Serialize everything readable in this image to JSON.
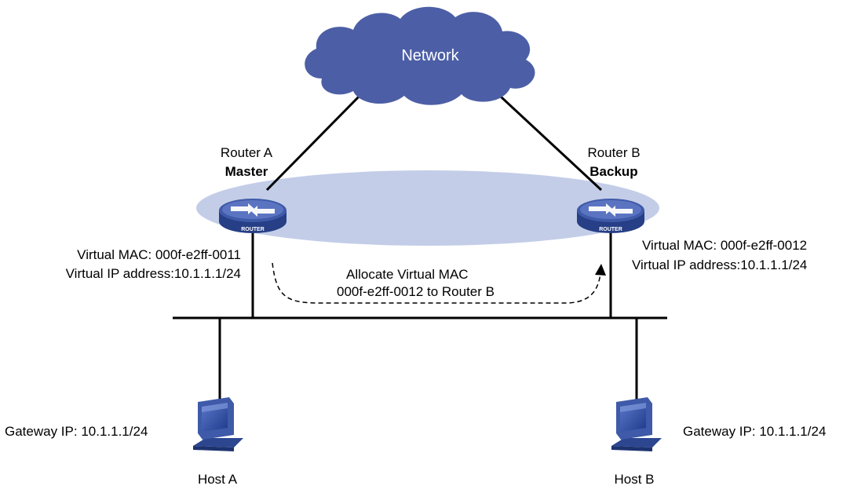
{
  "network": {
    "label": "Network"
  },
  "router_a": {
    "name": "Router A",
    "role": "Master",
    "device_text": "ROUTER",
    "virtual_mac": "Virtual MAC: 000f-e2ff-0011",
    "virtual_ip": "Virtual IP address:10.1.1.1/24"
  },
  "router_b": {
    "name": "Router B",
    "role": "Backup",
    "device_text": "ROUTER",
    "virtual_mac": "Virtual MAC: 000f-e2ff-0012",
    "virtual_ip": "Virtual IP address:10.1.1.1/24"
  },
  "allocation": {
    "line1": "Allocate Virtual MAC",
    "line2": "000f-e2ff-0012 to Router B"
  },
  "host_a": {
    "name": "Host A",
    "gateway": "Gateway IP: 10.1.1.1/24"
  },
  "host_b": {
    "name": "Host B",
    "gateway": "Gateway IP: 10.1.1.1/24"
  },
  "colors": {
    "cloud": "#4c5fa6",
    "group_ellipse": "#c3cde8",
    "router_body": "#3f5aa8",
    "router_dark": "#263f86",
    "line": "#000000"
  }
}
